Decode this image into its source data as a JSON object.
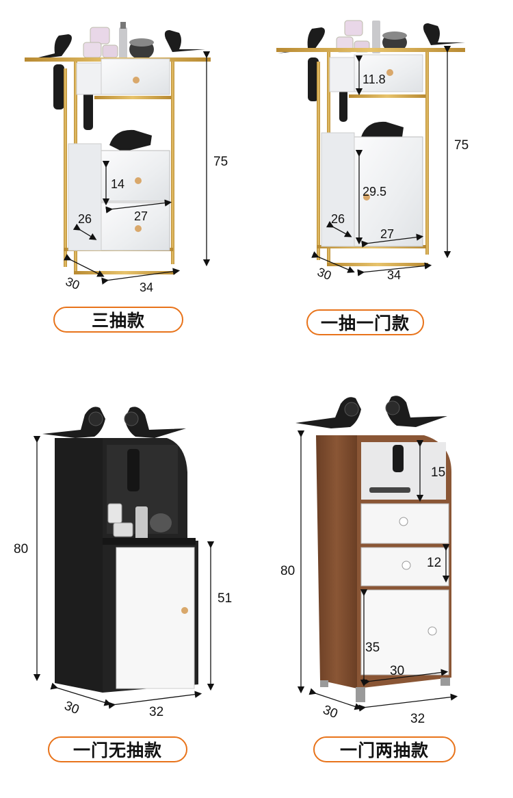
{
  "products": [
    {
      "id": "p1",
      "label": "三抽款",
      "dims": {
        "height": "75",
        "depth": "30",
        "width": "34",
        "drawer_h": "14",
        "inner_w": "27",
        "inner_d": "26"
      }
    },
    {
      "id": "p2",
      "label": "一抽一门款",
      "dims": {
        "height": "75",
        "depth": "30",
        "width": "34",
        "drawer_h": "11.8",
        "door_h": "29.5",
        "inner_w": "27",
        "inner_d": "26"
      }
    },
    {
      "id": "p3",
      "label": "一门无抽款",
      "dims": {
        "height": "80",
        "door_h": "51",
        "depth": "30",
        "width": "32"
      }
    },
    {
      "id": "p4",
      "label": "一门两抽款",
      "dims": {
        "height": "80",
        "shelf_h": "15",
        "drawer_h": "12",
        "door_h": "35",
        "inner_w": "30",
        "depth": "30",
        "width": "32"
      }
    }
  ],
  "colors": {
    "accent": "#e8731a",
    "gold": "#c9a14a",
    "black_cabinet": "#1b1b1b",
    "wood": "#7a4a2e",
    "marble": "#eef0f2"
  }
}
